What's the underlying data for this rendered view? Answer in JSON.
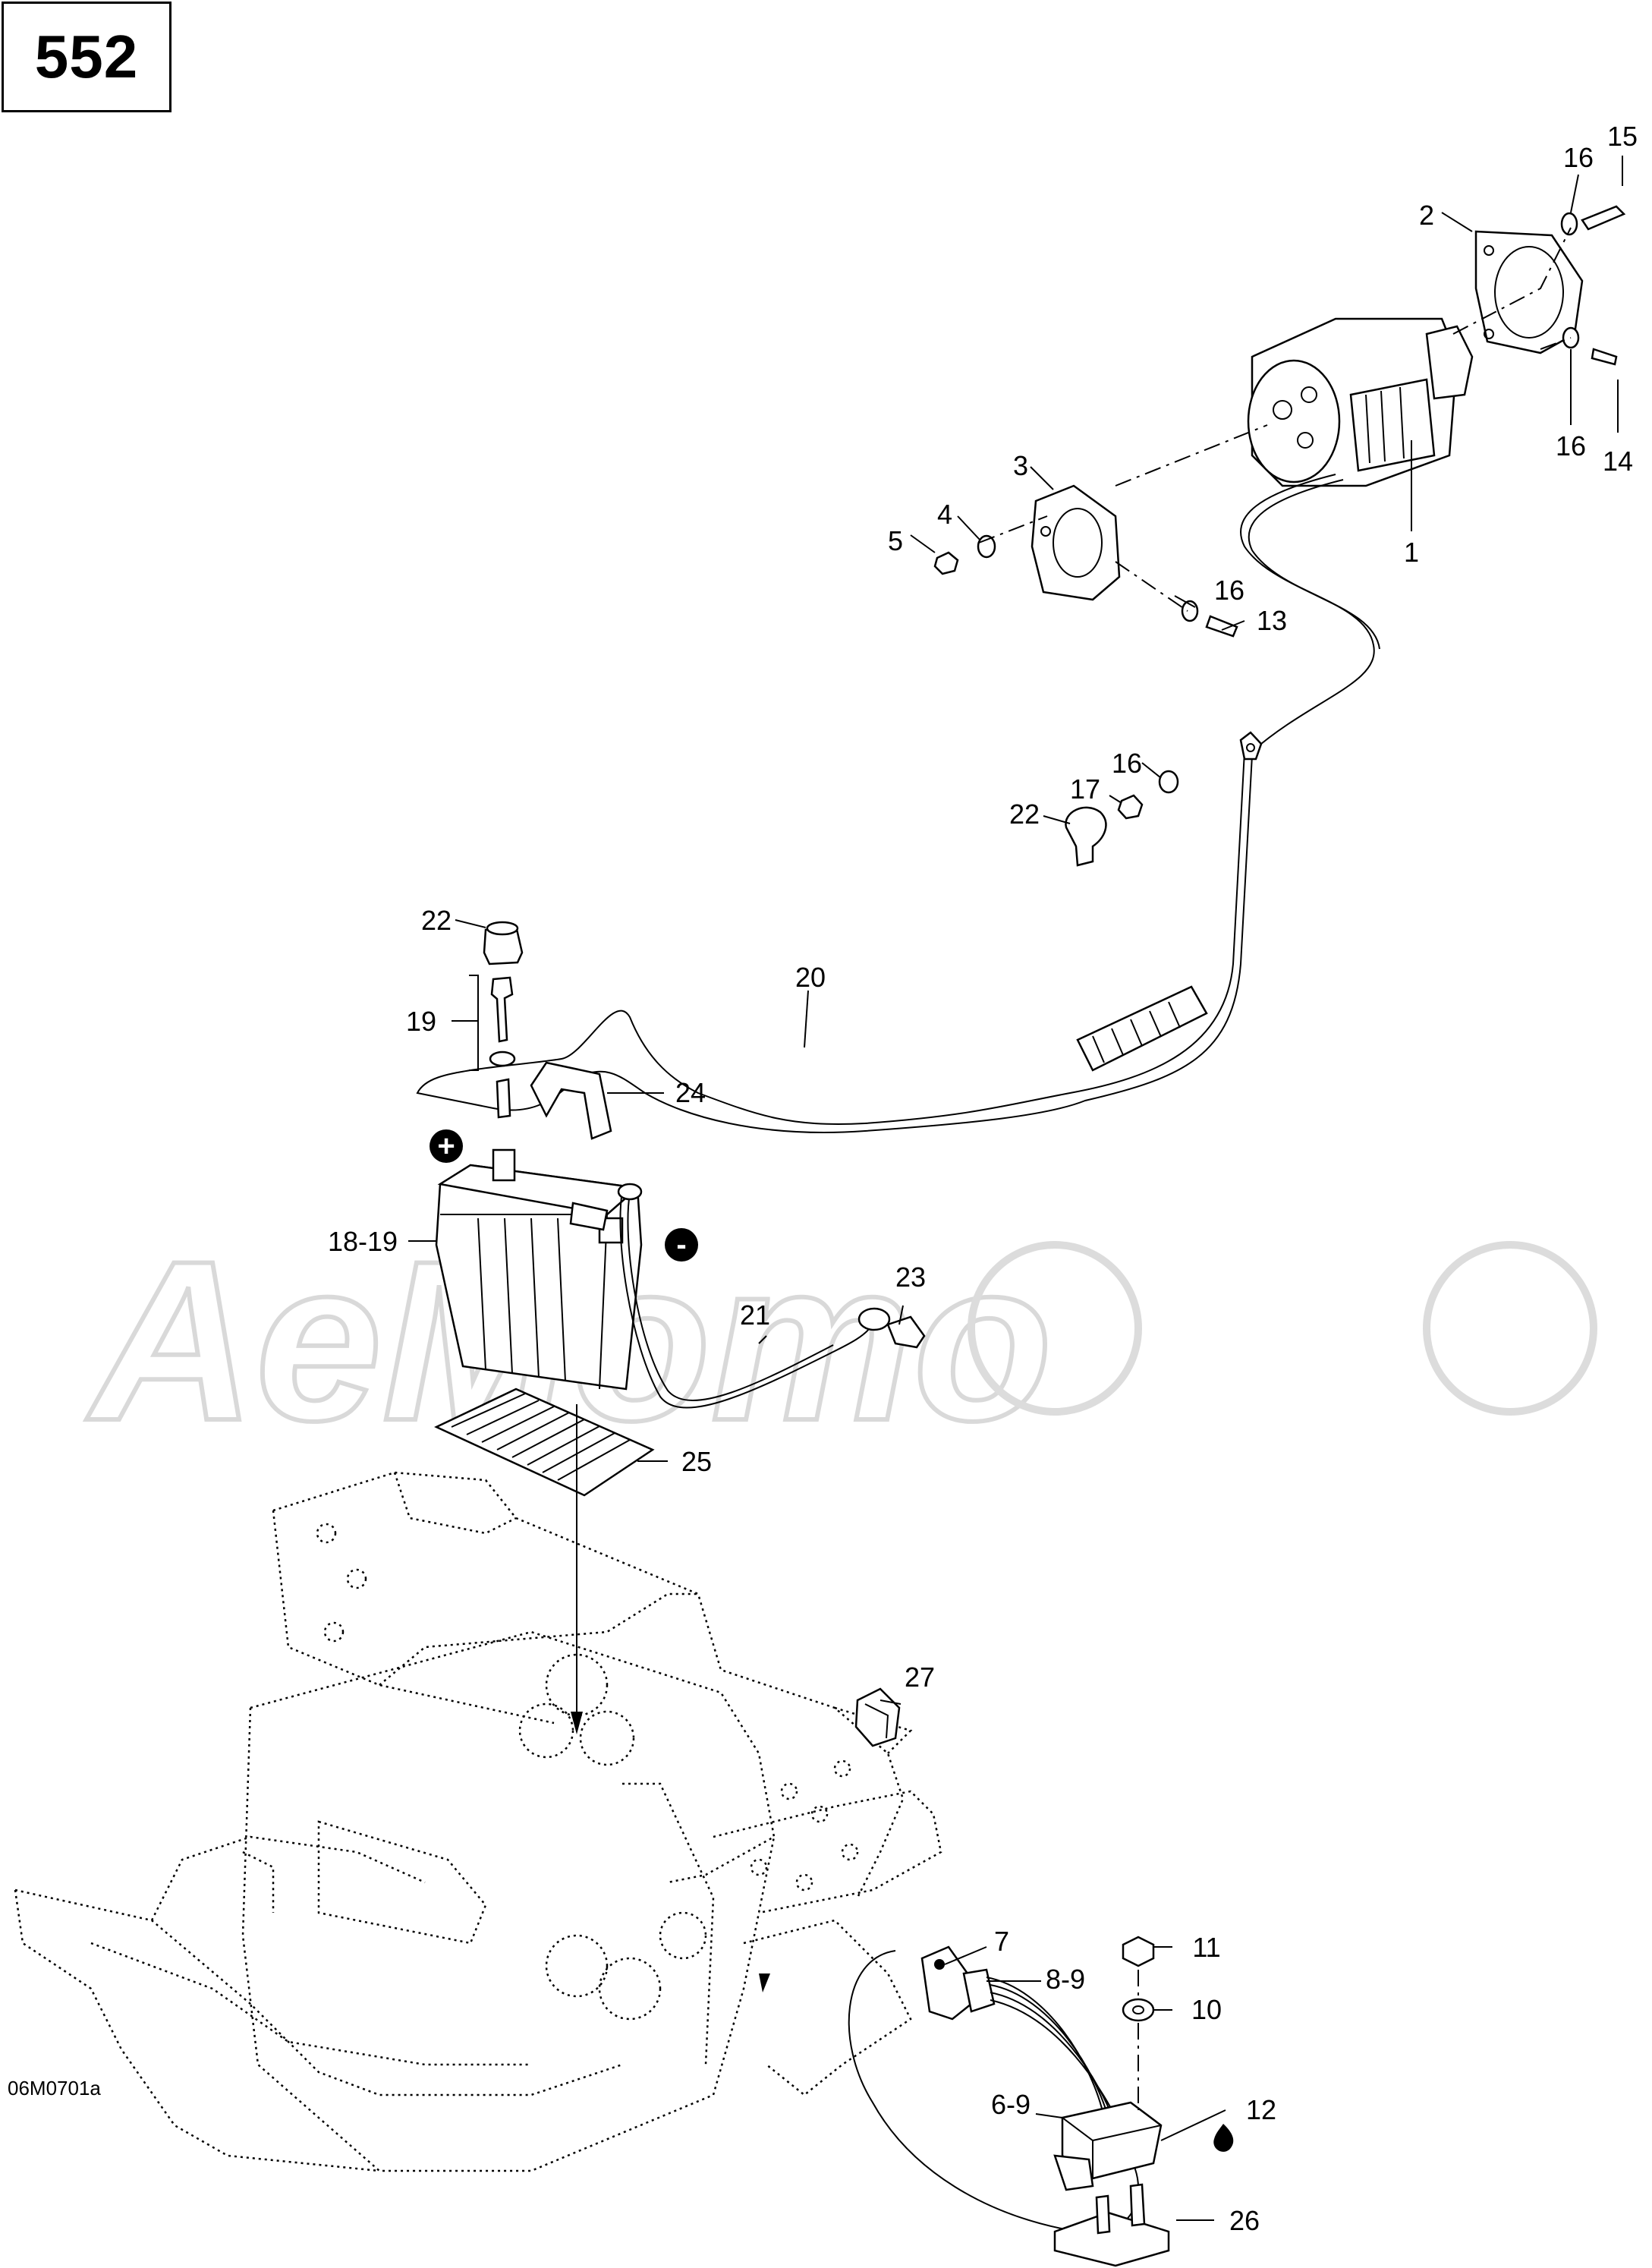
{
  "page_number": "552",
  "drawing_code": "06M0701a",
  "watermark": "AeMomo",
  "callouts": [
    {
      "id": "c1",
      "text": "1"
    },
    {
      "id": "c2",
      "text": "2"
    },
    {
      "id": "c3",
      "text": "3"
    },
    {
      "id": "c4",
      "text": "4"
    },
    {
      "id": "c5",
      "text": "5"
    },
    {
      "id": "c6-9",
      "text": "6-9"
    },
    {
      "id": "c7",
      "text": "7"
    },
    {
      "id": "c8-9",
      "text": "8-9"
    },
    {
      "id": "c10",
      "text": "10"
    },
    {
      "id": "c11",
      "text": "11"
    },
    {
      "id": "c12",
      "text": "12"
    },
    {
      "id": "c13",
      "text": "13"
    },
    {
      "id": "c14",
      "text": "14"
    },
    {
      "id": "c15",
      "text": "15"
    },
    {
      "id": "c16a",
      "text": "16"
    },
    {
      "id": "c16b",
      "text": "16"
    },
    {
      "id": "c16c",
      "text": "16"
    },
    {
      "id": "c16d",
      "text": "16"
    },
    {
      "id": "c17",
      "text": "17"
    },
    {
      "id": "c18-19",
      "text": "18-19"
    },
    {
      "id": "c19",
      "text": "19"
    },
    {
      "id": "c20",
      "text": "20"
    },
    {
      "id": "c21",
      "text": "21"
    },
    {
      "id": "c22a",
      "text": "22"
    },
    {
      "id": "c22b",
      "text": "22"
    },
    {
      "id": "c23",
      "text": "23"
    },
    {
      "id": "c24",
      "text": "24"
    },
    {
      "id": "c25",
      "text": "25"
    },
    {
      "id": "c26",
      "text": "26"
    },
    {
      "id": "c27",
      "text": "27"
    }
  ],
  "terminals": {
    "positive": "+",
    "negative": "-"
  }
}
